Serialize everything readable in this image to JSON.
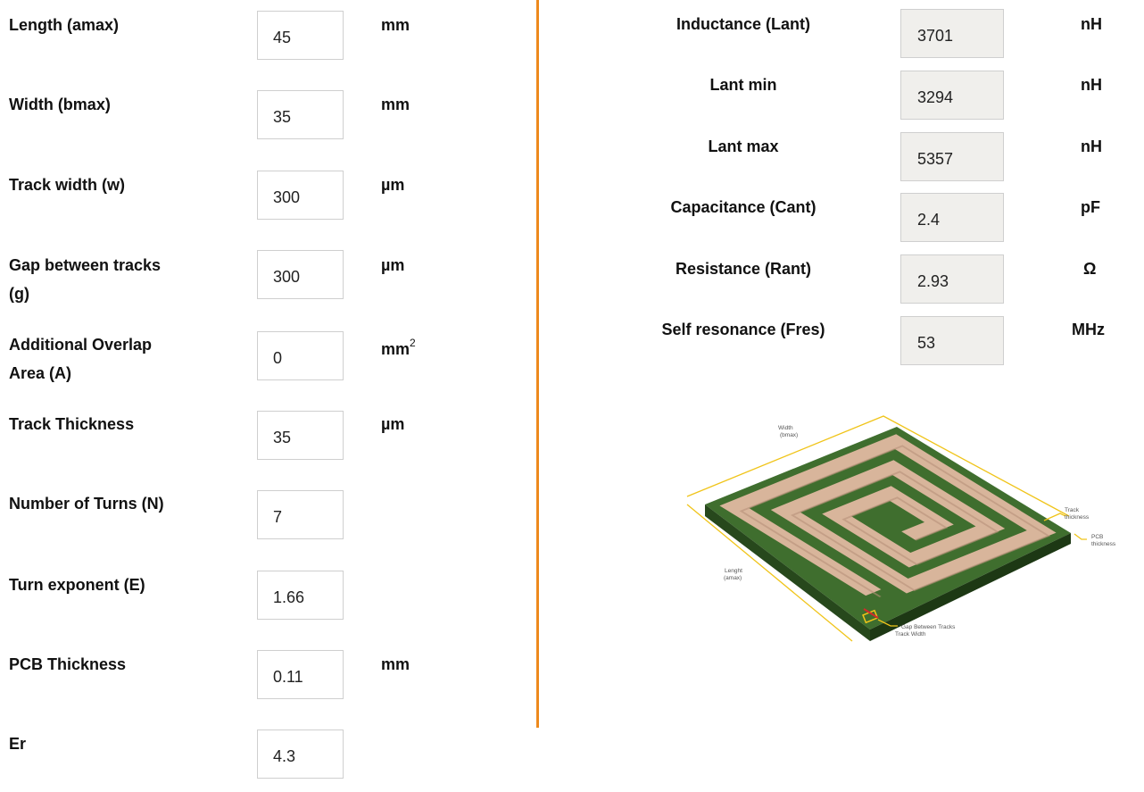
{
  "inputs": [
    {
      "label": "Length (amax)",
      "value": "45",
      "unit": "mm"
    },
    {
      "label": "Width (bmax)",
      "value": "35",
      "unit": "mm"
    },
    {
      "label": "Track width (w)",
      "value": "300",
      "unit": "µm"
    },
    {
      "label": "Gap between tracks",
      "label2": "(g)",
      "value": "300",
      "unit": "µm"
    },
    {
      "label": "Additional Overlap",
      "label2": "Area (A)",
      "value": "0",
      "unit": "mm",
      "unit_sup": "2"
    },
    {
      "label": "Track Thickness",
      "value": "35",
      "unit": "µm"
    },
    {
      "label": "Number of Turns (N)",
      "value": "7",
      "unit": ""
    },
    {
      "label": "Turn exponent (E)",
      "value": "1.66",
      "unit": ""
    },
    {
      "label": "PCB Thickness",
      "value": "0.11",
      "unit": "mm"
    },
    {
      "label": "Er",
      "value": "4.3",
      "unit": ""
    }
  ],
  "outputs": [
    {
      "label": "Inductance (Lant)",
      "value": "3701",
      "unit": "nH"
    },
    {
      "label": "Lant min",
      "value": "3294",
      "unit": "nH"
    },
    {
      "label": "Lant max",
      "value": "5357",
      "unit": "nH"
    },
    {
      "label": "Capacitance (Cant)",
      "value": "2.4",
      "unit": "pF"
    },
    {
      "label": "Resistance (Rant)",
      "value": "2.93",
      "unit": "Ω"
    },
    {
      "label": "Self resonance (Fres)",
      "value": "53",
      "unit": "MHz"
    }
  ],
  "diagram": {
    "width_label": "Width",
    "width_sub": "(bmax)",
    "length_label": "Lenght",
    "length_sub": "(amax)",
    "track_thickness_label": "Track",
    "track_thickness_sub": "thickness",
    "pcb_thickness_label": "PCB",
    "pcb_thickness_sub": "thickness",
    "gap_label": "Gap Between Tracks",
    "track_width_label": "Track Width"
  },
  "colors": {
    "divider": "#ee8a1d",
    "pcb": "#3f6e2e",
    "copper": "#d8b59b",
    "dimension": "#f0c419"
  }
}
